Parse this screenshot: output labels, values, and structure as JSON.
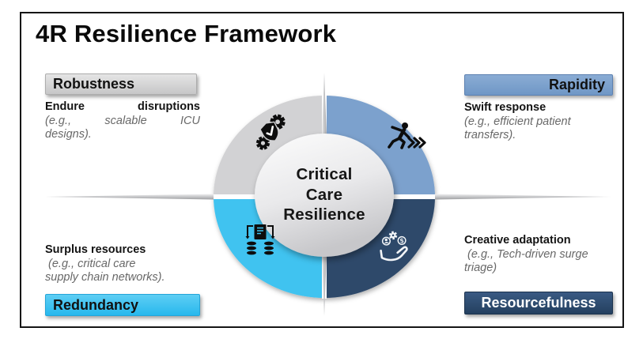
{
  "title": "4R Resilience Framework",
  "center": {
    "full_label": "Critical Care Resilience",
    "line1": "Critical",
    "line2": "Care",
    "line3": "Resilience"
  },
  "quadrants": [
    {
      "label": "Robustness",
      "heading": "Endure disruptions",
      "example_lines": [
        "(e.g., scalable ICU",
        "designs)."
      ],
      "color": "#d2d2d4",
      "icon": "gears-shield-check-icon"
    },
    {
      "label": "Rapidity",
      "heading": "Swift response",
      "example_lines": [
        "(e.g., efficient patient",
        "transfers)."
      ],
      "color": "#7ba1cd",
      "icon": "running-person-icon"
    },
    {
      "label": "Redundancy",
      "heading": "Surplus resources",
      "example_lines": [
        " (e.g., critical care",
        "supply chain networks)."
      ],
      "color": "#3fc3f0",
      "icon": "document-database-replication-icon"
    },
    {
      "label": "Resourcefulness",
      "heading": "Creative adaptation",
      "example_lines": [
        " (e.g., Tech-driven surge",
        "triage)"
      ],
      "color": "#2d4a6b",
      "icon": "hand-resources-icon"
    }
  ],
  "colors": {
    "quadrant_gray": "#d2d2d4",
    "quadrant_steel_blue": "#7ba1cd",
    "quadrant_cyan": "#3fc3f0",
    "quadrant_navy": "#2d4a6b",
    "muted_text": "#686868",
    "divider_gray": "#9d9ea1",
    "slide_border": "#151515"
  }
}
